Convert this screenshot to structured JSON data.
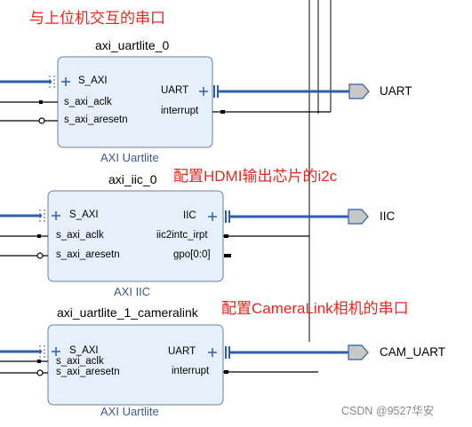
{
  "annotations": {
    "uart_host": "与上位机交互的串口",
    "hdmi_i2c": "配置HDMI输出芯片的i2c",
    "cameralink_uart": "配置CameraLink相机的串口"
  },
  "blocks": [
    {
      "instance": "axi_uartlite_0",
      "type": "AXI Uartlite",
      "left_ports": [
        "S_AXI",
        "s_axi_aclk",
        "s_axi_aresetn"
      ],
      "right_ports": [
        "UART",
        "interrupt"
      ]
    },
    {
      "instance": "axi_iic_0",
      "type": "AXI IIC",
      "left_ports": [
        "S_AXI",
        "s_axi_aclk",
        "s_axi_aresetn"
      ],
      "right_ports": [
        "IIC",
        "iic2intc_irpt",
        "gpo[0:0]"
      ]
    },
    {
      "instance": "axi_uartlite_1_cameralink",
      "type": "AXI Uartlite",
      "left_ports": [
        "S_AXI",
        "s_axi_aclk",
        "s_axi_aresetn"
      ],
      "right_ports": [
        "UART",
        "interrupt"
      ]
    }
  ],
  "external_ports": [
    "UART",
    "IIC",
    "CAM_UART"
  ],
  "watermark": "CSDN @9527华安",
  "colors": {
    "block_fill": "#e6f0fb",
    "block_border": "#6c7f99",
    "bus": "#2f5ea8",
    "annotation": "#e8261d"
  }
}
